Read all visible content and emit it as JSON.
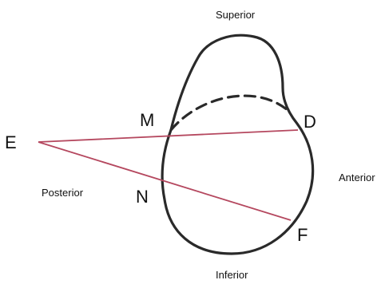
{
  "labels": {
    "superior": "Superior",
    "inferior": "Inferior",
    "anterior": "Anterior",
    "posterior": "Posterior"
  },
  "points": {
    "E": "E",
    "M": "M",
    "N": "N",
    "D": "D",
    "F": "F"
  },
  "colors": {
    "outline": "#2a2a2a",
    "line": "#b5485f",
    "text": "#111111"
  }
}
